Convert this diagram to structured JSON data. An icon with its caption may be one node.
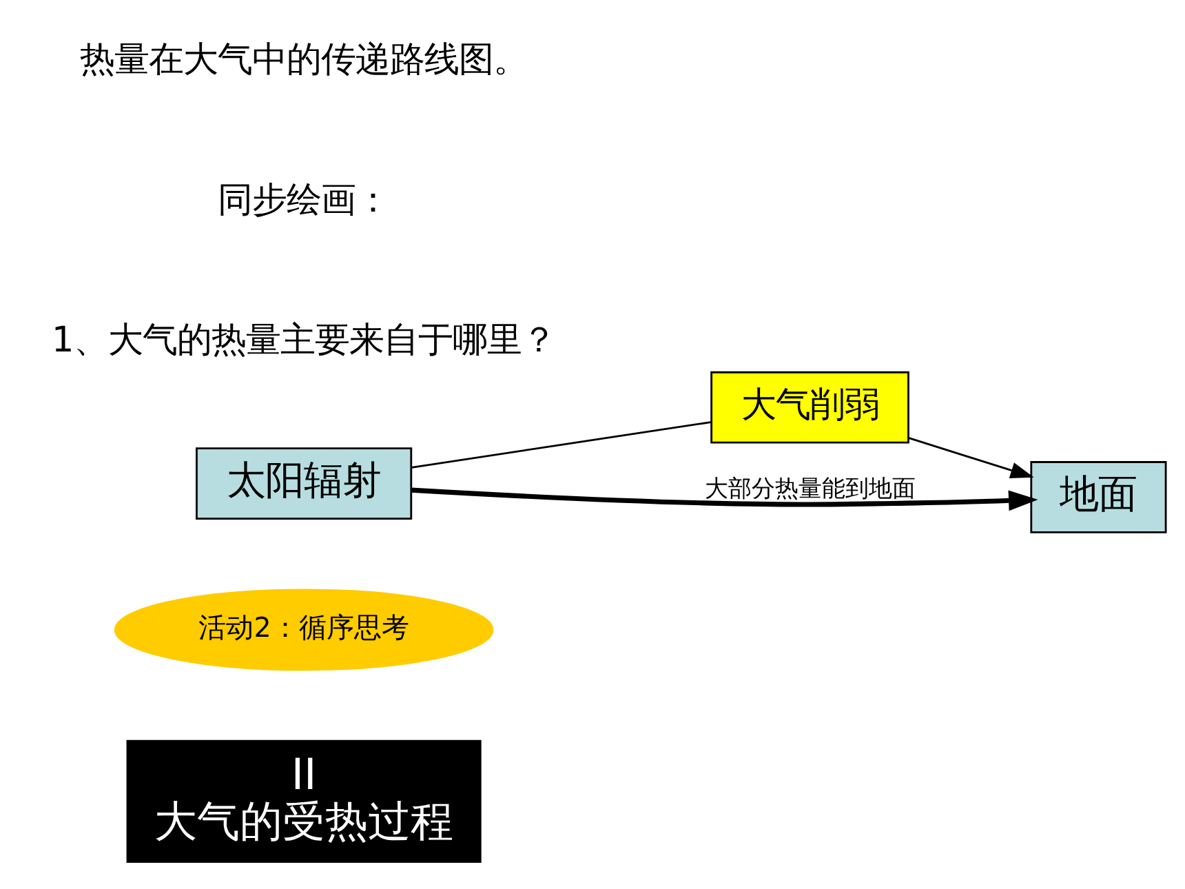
{
  "diagram": {
    "nodes": [
      {
        "text": [
          "II",
          "大气的受热过程"
        ]
      },
      {
        "text": [
          "活动2：循序思考"
        ]
      },
      {
        "text": [
          "太阳辐射"
        ]
      },
      {
        "text": [
          "大气削弱"
        ]
      },
      {
        "text": [
          "地面"
        ]
      }
    ],
    "edges": [
      {
        "from": 2,
        "to": 3,
        "arrow": "none"
      },
      {
        "from": 3,
        "to": 4,
        "arrow": "to"
      },
      {
        "from": 2,
        "to": 4,
        "arrow": "to",
        "label": "大部分热量能到地面",
        "style": "thick"
      }
    ],
    "labels": [
      "1、大气的热量主要来自于哪里？",
      "同步绘画：",
      "热量在大气中的传递路线图。"
    ]
  }
}
